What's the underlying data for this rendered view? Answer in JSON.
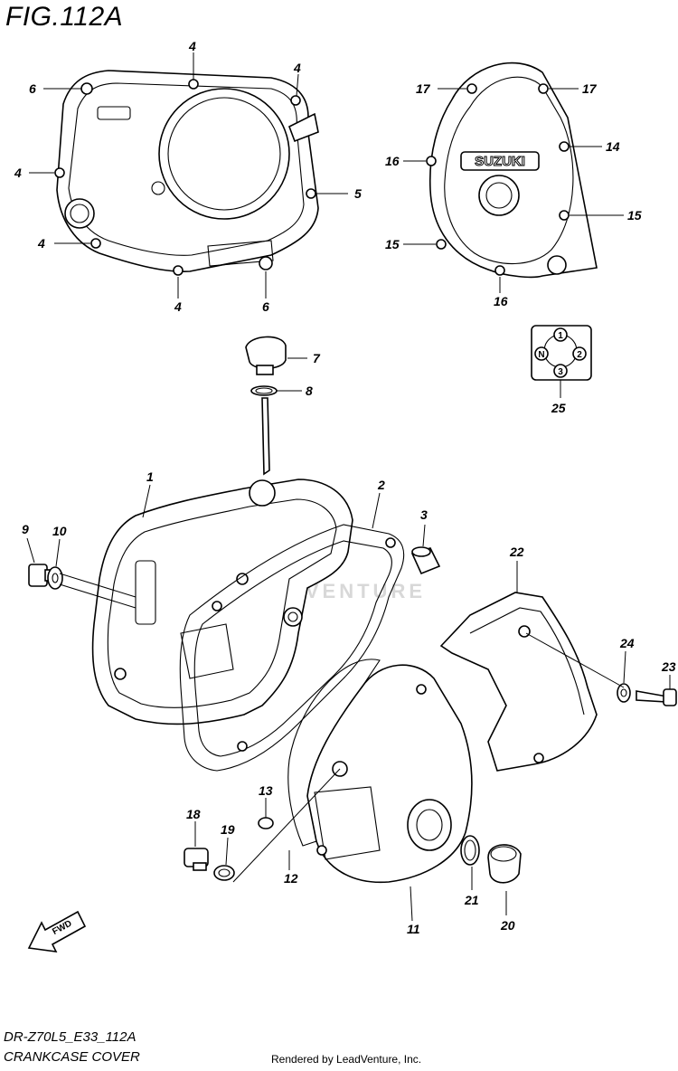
{
  "figure": {
    "title": "FIG.112A",
    "model_code": "DR-Z70L5_E33_112A",
    "section_name": "CRANKCASE COVER",
    "rendered_by": "Rendered by LeadVenture, Inc.",
    "watermark": "LEADVENTURE",
    "cover_logo": "SUZUKI",
    "fwd_label": "FWD"
  },
  "switch_positions": [
    "N",
    "1",
    "2",
    "3"
  ],
  "callouts": {
    "c1": "1",
    "c2": "2",
    "c3": "3",
    "c4a": "4",
    "c4b": "4",
    "c4c": "4",
    "c4d": "4",
    "c4e": "4",
    "c5": "5",
    "c6a": "6",
    "c6b": "6",
    "c7": "7",
    "c8": "8",
    "c9": "9",
    "c10": "10",
    "c11": "11",
    "c12": "12",
    "c13": "13",
    "c14": "14",
    "c15a": "15",
    "c15b": "15",
    "c16a": "16",
    "c16b": "16",
    "c17a": "17",
    "c17b": "17",
    "c18": "18",
    "c19": "19",
    "c20": "20",
    "c21": "21",
    "c22": "22",
    "c23": "23",
    "c24": "24",
    "c25": "25"
  }
}
